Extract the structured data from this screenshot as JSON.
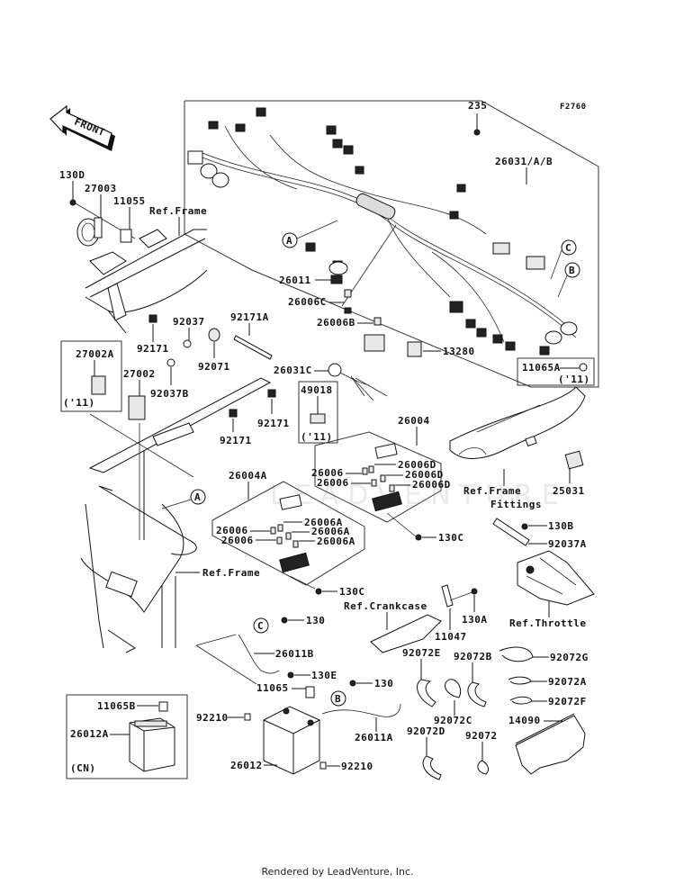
{
  "diagram": {
    "figure_id": "F2760",
    "front_arrow": "FRONT",
    "credit": "Rendered by LeadVenture, Inc.",
    "watermark": "LEADVENTURE",
    "callouts": {
      "A": "A",
      "B": "B",
      "C": "C"
    },
    "refs": {
      "frame_top": "Ref.Frame",
      "frame_left": "Ref.Frame",
      "frame_fittings_1": "Ref.Frame",
      "frame_fittings_2": "Fittings",
      "crankcase": "Ref.Crankcase",
      "throttle": "Ref.Throttle"
    },
    "parts": {
      "p130D": "130D",
      "p27003": "27003",
      "p11055": "11055",
      "p235": "235",
      "p26031AB": "26031/A/B",
      "p26011": "26011",
      "p26006C": "26006C",
      "p26006B": "26006B",
      "p13280": "13280",
      "p11065A": "11065A",
      "p11065A_note": "('11)",
      "p92171_a": "92171",
      "p92037": "92037",
      "p92171A": "92171A",
      "p92071": "92071",
      "p92037B": "92037B",
      "p26031C": "26031C",
      "p27002A": "27002A",
      "p27002A_note": "('11)",
      "p27002": "27002",
      "p92171_b": "92171",
      "p92171_c": "92171",
      "p49018": "49018",
      "p49018_note": "('11)",
      "p26004": "26004",
      "p26006_1": "26006",
      "p26006_2": "26006",
      "p26006D_1": "26006D",
      "p26006D_2": "26006D",
      "p26006D_3": "26006D",
      "p130C_1": "130C",
      "p25031": "25031",
      "p26004A": "26004A",
      "p26006_3": "26006",
      "p26006_4": "26006",
      "p26006A_1": "26006A",
      "p26006A_2": "26006A",
      "p26006A_3": "26006A",
      "p130C_2": "130C",
      "p130B": "130B",
      "p92037A": "92037A",
      "p11047": "11047",
      "p130A": "130A",
      "p130_1": "130",
      "p26011B": "26011B",
      "p130E": "130E",
      "p11065": "11065",
      "p130_2": "130",
      "p92210_1": "92210",
      "p26011A": "26011A",
      "p26012": "26012",
      "p92210_2": "92210",
      "p11065B": "11065B",
      "p26012A": "26012A",
      "p26012A_note": "(CN)",
      "p92072E": "92072E",
      "p92072B": "92072B",
      "p92072G": "92072G",
      "p92072A": "92072A",
      "p92072F": "92072F",
      "p92072C": "92072C",
      "p92072D": "92072D",
      "p92072": "92072",
      "p14090": "14090"
    }
  }
}
